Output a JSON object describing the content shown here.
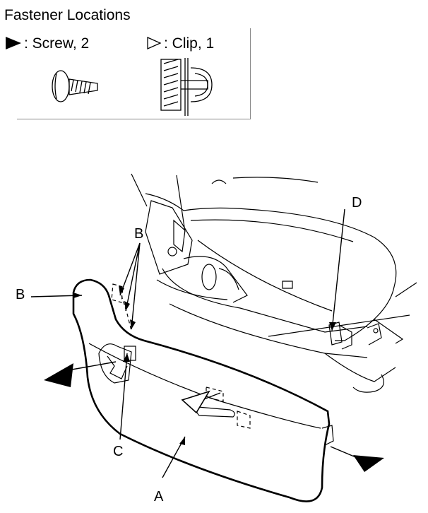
{
  "legend": {
    "title": "Fastener Locations",
    "screw_label": ": Screw, 2",
    "clip_label": ": Clip, 1"
  },
  "callouts": {
    "a": "A",
    "b_top": "B",
    "b_left": "B",
    "c": "C",
    "d": "D"
  }
}
